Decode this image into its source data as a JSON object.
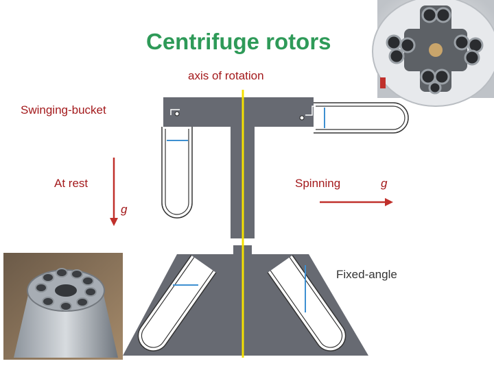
{
  "title": "Centrifuge rotors",
  "labels": {
    "axis": "axis of rotation",
    "swinging": "Swinging-bucket",
    "at_rest": "At rest",
    "spinning": "Spinning",
    "g_spinning": "g",
    "g_rest": "g",
    "fixed": "Fixed-angle"
  },
  "colors": {
    "title": "#2e9a58",
    "label": "#a3191b",
    "rotor": "#676a72",
    "axis": "#f5e100",
    "liquid": "#3d8fd1",
    "arrow": "#c0302b"
  },
  "photos": [
    "swinging-bucket-rotor-photo",
    "fixed-angle-rotor-photo"
  ]
}
